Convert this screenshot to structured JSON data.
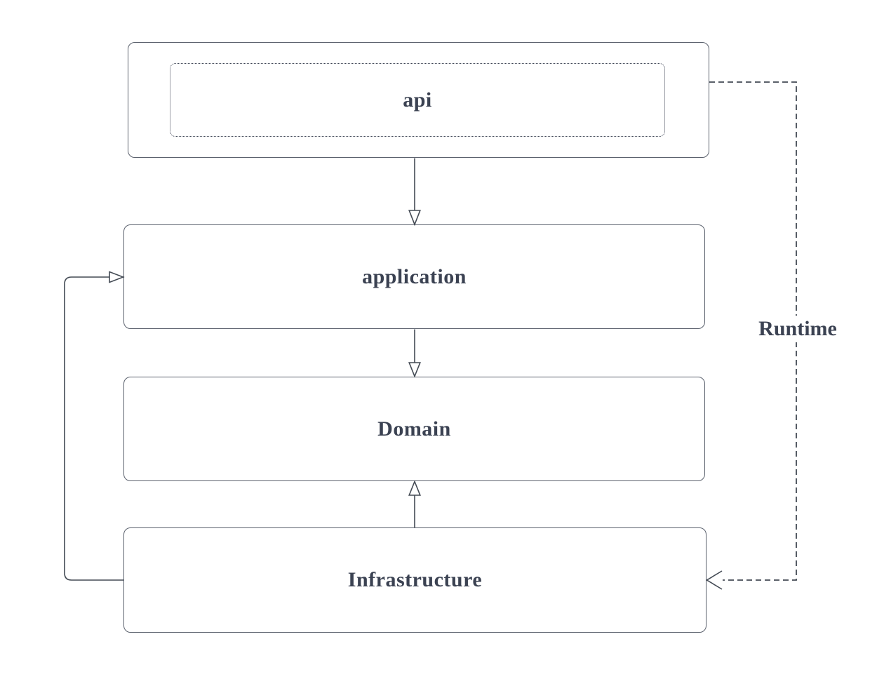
{
  "diagram": {
    "title": "layered-architecture-diagram",
    "nodes": [
      {
        "id": "api",
        "label": "api",
        "shape": "rounded-rect-with-dotted-inner"
      },
      {
        "id": "application",
        "label": "application",
        "shape": "rounded-rect"
      },
      {
        "id": "domain",
        "label": "Domain",
        "shape": "rounded-rect"
      },
      {
        "id": "infrastructure",
        "label": "Infrastructure",
        "shape": "rounded-rect"
      }
    ],
    "edges": [
      {
        "from": "api",
        "to": "application",
        "style": "solid",
        "arrowhead": "hollow-triangle",
        "label": ""
      },
      {
        "from": "application",
        "to": "domain",
        "style": "solid",
        "arrowhead": "hollow-triangle",
        "label": ""
      },
      {
        "from": "infrastructure",
        "to": "domain",
        "style": "solid",
        "arrowhead": "hollow-triangle",
        "label": ""
      },
      {
        "from": "infrastructure",
        "to": "application",
        "style": "solid",
        "arrowhead": "hollow-triangle",
        "label": "",
        "route": "left-side-loop"
      },
      {
        "from": "api",
        "to": "infrastructure",
        "style": "dashed",
        "arrowhead": "open-v",
        "label": "Runtime",
        "route": "right-side-loop"
      }
    ],
    "colors": {
      "background": "#ffffff",
      "node_border": "#5b616d",
      "edge_stroke": "#434a54",
      "text": "#3b4252"
    }
  }
}
